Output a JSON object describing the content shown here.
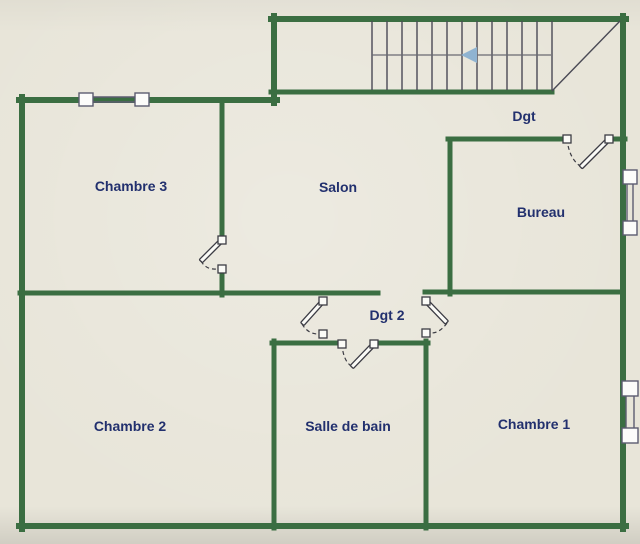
{
  "plan": {
    "type": "floor-plan",
    "language": "fr",
    "rooms": [
      {
        "id": "chambre3",
        "label": "Chambre 3"
      },
      {
        "id": "salon",
        "label": "Salon"
      },
      {
        "id": "dgt",
        "label": "Dgt"
      },
      {
        "id": "bureau",
        "label": "Bureau"
      },
      {
        "id": "dgt2",
        "label": "Dgt 2"
      },
      {
        "id": "chambre2",
        "label": "Chambre 2"
      },
      {
        "id": "salle_de_bain",
        "label": "Salle de bain"
      },
      {
        "id": "chambre1",
        "label": "Chambre 1"
      }
    ],
    "stairs": {
      "steps": 13,
      "step_x_start": 372,
      "step_spacing": 15,
      "step_y_top": 21,
      "step_y_bottom": 90,
      "direction_arrow": "left"
    },
    "doors": [
      "chambre3-door",
      "bureau-door",
      "chambre2-door",
      "salle-de-bain-door",
      "chambre1-door"
    ],
    "windows": [
      "top-wall-window",
      "bureau-window",
      "chambre1-window"
    ]
  },
  "colors": {
    "paper": "#e8e5d9",
    "wall": "#3b6e42",
    "label": "#22306e",
    "door": "#3c3c44",
    "window": "#5c5c70",
    "stair_line": "#4a4a55",
    "stair_arrow": "#8fb3d1"
  }
}
